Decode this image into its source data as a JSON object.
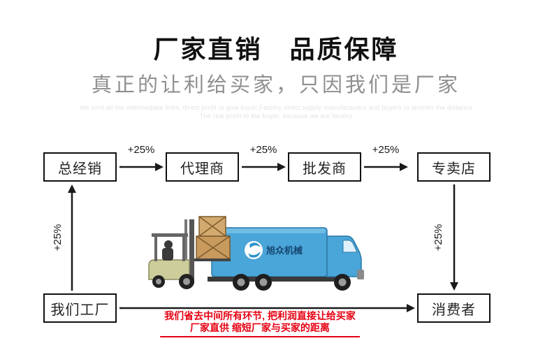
{
  "header": {
    "title": "厂家直销　品质保障",
    "subtitle": "真正的让利给买家，只因我们是厂家",
    "watermark_line1": "We omit all the intermediate links, direct profit to give buyer;Factory direct supply manufacturers and buyers to shorten the distance",
    "watermark_line2": "The real profit to the buyer, because we are factory"
  },
  "diagram": {
    "markup_label": "+25%",
    "nodes": {
      "distributor": "总经销",
      "agent": "代理商",
      "wholesaler": "批发商",
      "store": "专卖店",
      "factory": "我们工厂",
      "consumer": "消费者"
    },
    "truck_brand": "旭众机械"
  },
  "footer": {
    "line1": "我们省去中间所有环节, 把利润直接让给买家",
    "line2": "厂家直供 缩短厂家与买家的距离"
  },
  "colors": {
    "accent_red": "#e60012",
    "truck_blue": "#4aa5d8",
    "crate_brown": "#c89a5e",
    "forklift_khaki": "#cdcd9c",
    "text_dark": "#111111",
    "text_gray": "#8f8f8f",
    "watermark_gray": "#e2e2e2"
  }
}
